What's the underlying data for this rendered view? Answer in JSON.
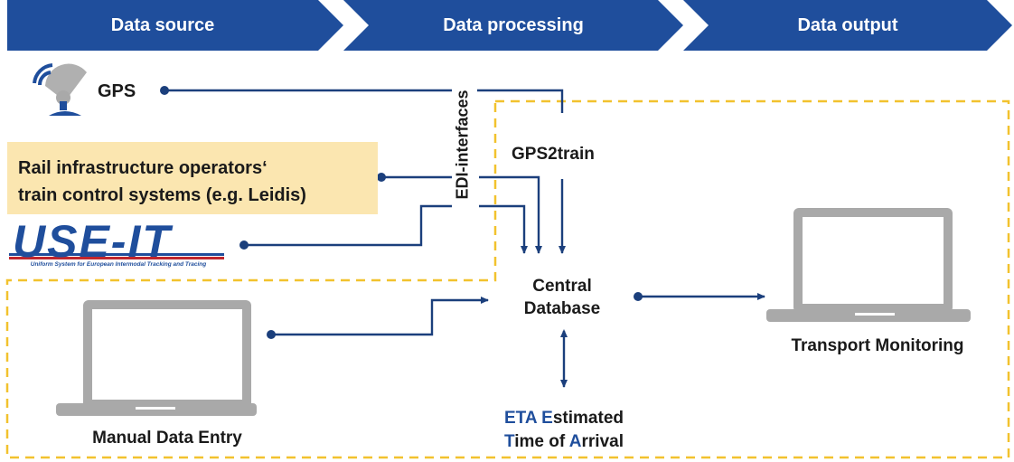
{
  "header": {
    "stage1": "Data source",
    "stage2": "Data processing",
    "stage3": "Data output"
  },
  "sources": {
    "gps": "GPS",
    "rail_line1": "Rail infrastructure operators‘",
    "rail_line2": "train control systems (e.g. Leidis)",
    "useit_logo": "USE-IT",
    "useit_tagline": "Uniform System for European Intermodal Tracking and Tracing"
  },
  "processing": {
    "edi": "EDI-interfaces",
    "gps2train": "GPS2train",
    "db_line1": "Central",
    "db_line2": "Database",
    "eta": {
      "l1_a": "ETA",
      "l1_b": " ",
      "l1_c": "E",
      "l1_d": "stimated",
      "l2_a": "T",
      "l2_b": "ime of ",
      "l2_c": "A",
      "l2_d": "rrival"
    }
  },
  "outputs": {
    "manual": "Manual Data Entry",
    "monitoring": "Transport Monitoring"
  },
  "colors": {
    "navy": "#1f4e9c",
    "dash": "#f2c22e",
    "highlight": "#fbe6b0",
    "laptop": "#a9a9a9",
    "line": "#1b3f7c"
  }
}
